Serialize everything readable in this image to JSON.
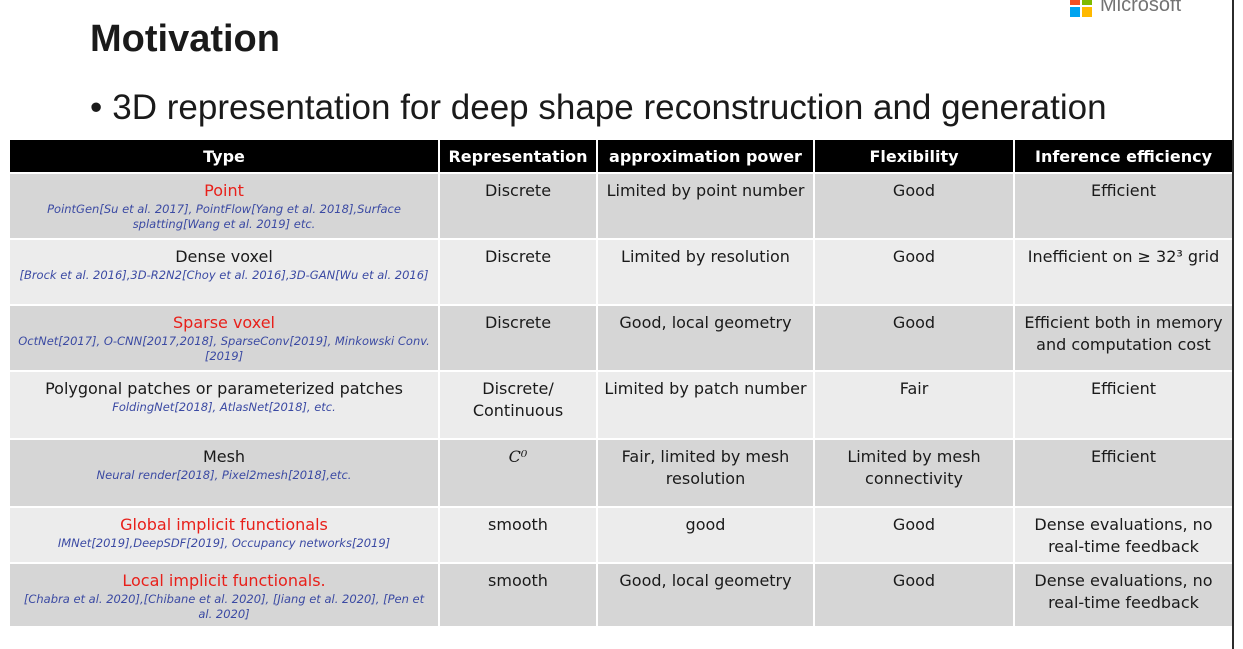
{
  "header": {
    "logo_text": "Microsoft",
    "title": "Motivation"
  },
  "bullet": {
    "marker": "•",
    "text": "3D representation for deep shape reconstruction and generation"
  },
  "colors": {
    "highlight_red": "#e8201a",
    "reference_blue": "#3b4aa3",
    "header_bg": "#000000"
  },
  "table": {
    "headers": [
      "Type",
      "Representation",
      "approximation power",
      "Flexibility",
      "Inference efficiency"
    ],
    "rows": [
      {
        "type": "Point",
        "type_highlight": true,
        "refs": "PointGen[Su et al. 2017], PointFlow[Yang et al. 2018],Surface splatting[Wang et al. 2019] etc.",
        "representation": "Discrete",
        "approximation": "Limited by point number",
        "flexibility": "Good",
        "efficiency": "Efficient"
      },
      {
        "type": "Dense voxel",
        "type_highlight": false,
        "refs": "[Brock et al. 2016],3D-R2N2[Choy et al. 2016],3D-GAN[Wu et al. 2016]",
        "representation": "Discrete",
        "approximation": "Limited by resolution",
        "flexibility": "Good",
        "efficiency": "Inefficient on ≥ 32³ grid"
      },
      {
        "type": "Sparse voxel",
        "type_highlight": true,
        "refs": "OctNet[2017], O-CNN[2017,2018], SparseConv[2019], Minkowski Conv.[2019]",
        "representation": "Discrete",
        "approximation": "Good, local geometry",
        "flexibility": "Good",
        "efficiency": "Efficient both in memory and computation cost"
      },
      {
        "type": "Polygonal patches or parameterized patches",
        "type_highlight": false,
        "refs": "FoldingNet[2018], AtlasNet[2018], etc.",
        "representation": "Discrete/ Continuous",
        "approximation": "Limited by patch number",
        "flexibility": "Fair",
        "efficiency": "Efficient"
      },
      {
        "type": "Mesh",
        "type_highlight": false,
        "refs": "Neural render[2018], Pixel2mesh[2018],etc.",
        "representation": "C⁰",
        "approximation": "Fair, limited by mesh resolution",
        "flexibility": "Limited by mesh connectivity",
        "efficiency": "Efficient"
      },
      {
        "type": "Global implicit functionals",
        "type_highlight": true,
        "refs": "IMNet[2019],DeepSDF[2019], Occupancy networks[2019]",
        "representation": "smooth",
        "approximation": "good",
        "flexibility": "Good",
        "efficiency": "Dense evaluations, no real-time feedback"
      },
      {
        "type": "Local implicit functionals.",
        "type_highlight": true,
        "refs": "[Chabra et al. 2020],[Chibane et al. 2020], [Jiang et al. 2020], [Pen et al. 2020]",
        "representation": "smooth",
        "approximation": "Good, local geometry",
        "flexibility": "Good",
        "efficiency": "Dense evaluations, no real-time feedback"
      }
    ]
  }
}
